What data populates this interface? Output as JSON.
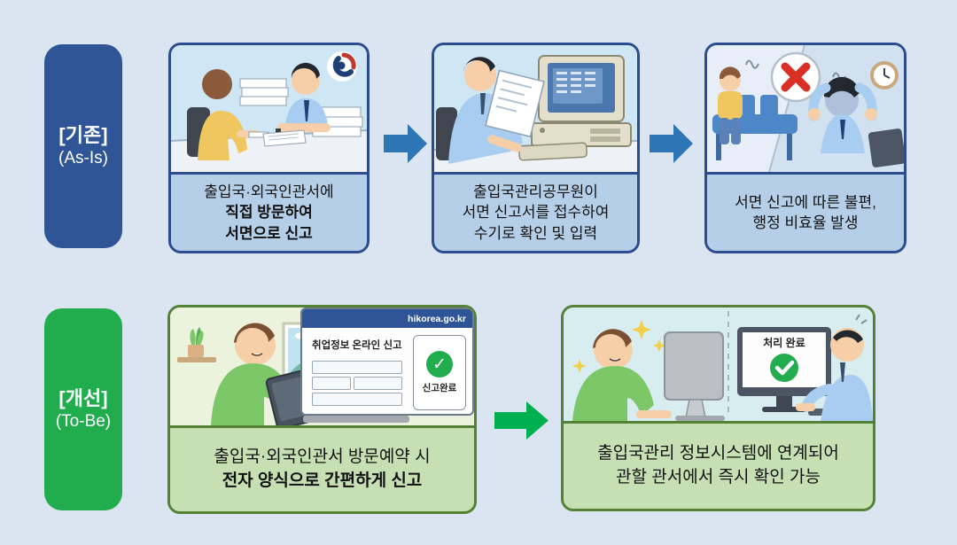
{
  "slide": {
    "background_color": "#dbe5f1",
    "as_is": {
      "label_title": "[기존]",
      "label_subtitle": "(As-Is)",
      "label_color": "#2f5597",
      "arrow_color": "#2e75b6",
      "panel_border_color": "#2b4d8f",
      "caption_bg": "#b6cfe8",
      "steps": [
        {
          "lines": [
            {
              "text": "출입국·외국인관서에",
              "bold": false
            },
            {
              "text": "직접 방문하여",
              "bold": true
            },
            {
              "text": "서면으로 신고",
              "bold": true
            }
          ]
        },
        {
          "lines": [
            {
              "text": "출입국관리공무원이",
              "bold": false
            },
            {
              "text": "서면 신고서를 접수하여",
              "bold": false
            },
            {
              "text": "수기로 확인 및 입력",
              "bold": false
            }
          ]
        },
        {
          "lines": [
            {
              "text": "서면 신고에 따른 불편,",
              "bold": false
            },
            {
              "text": "행정 비효율 발생",
              "bold": false
            }
          ]
        }
      ]
    },
    "to_be": {
      "label_title": "[개선]",
      "label_subtitle": "(To-Be)",
      "label_color": "#21ac4e",
      "arrow_color": "#00b050",
      "panel_border_color": "#538135",
      "caption_bg": "#c6e0b4",
      "steps": [
        {
          "lines": [
            {
              "text": "출입국·외국인관서 방문예약 시",
              "bold": false
            },
            {
              "text": "전자 양식으로 간편하게 신고",
              "bold": true
            }
          ]
        },
        {
          "lines": [
            {
              "text": "출입국관리 정보시스템에 연계되어",
              "bold": false
            },
            {
              "text": "관할 관서에서 즉시 확인 가능",
              "bold": false
            }
          ]
        }
      ],
      "browser_window": {
        "url": "hikorea.go.kr",
        "form_title": "취업정보 온라인 신고",
        "complete_label": "신고완료",
        "check_glyph": "✓"
      },
      "result_screen": {
        "complete_label": "처리 완료",
        "check_glyph": "✓"
      }
    },
    "icons": {
      "error_x_color": "#d93025",
      "check_green": "#21ac4e"
    }
  }
}
